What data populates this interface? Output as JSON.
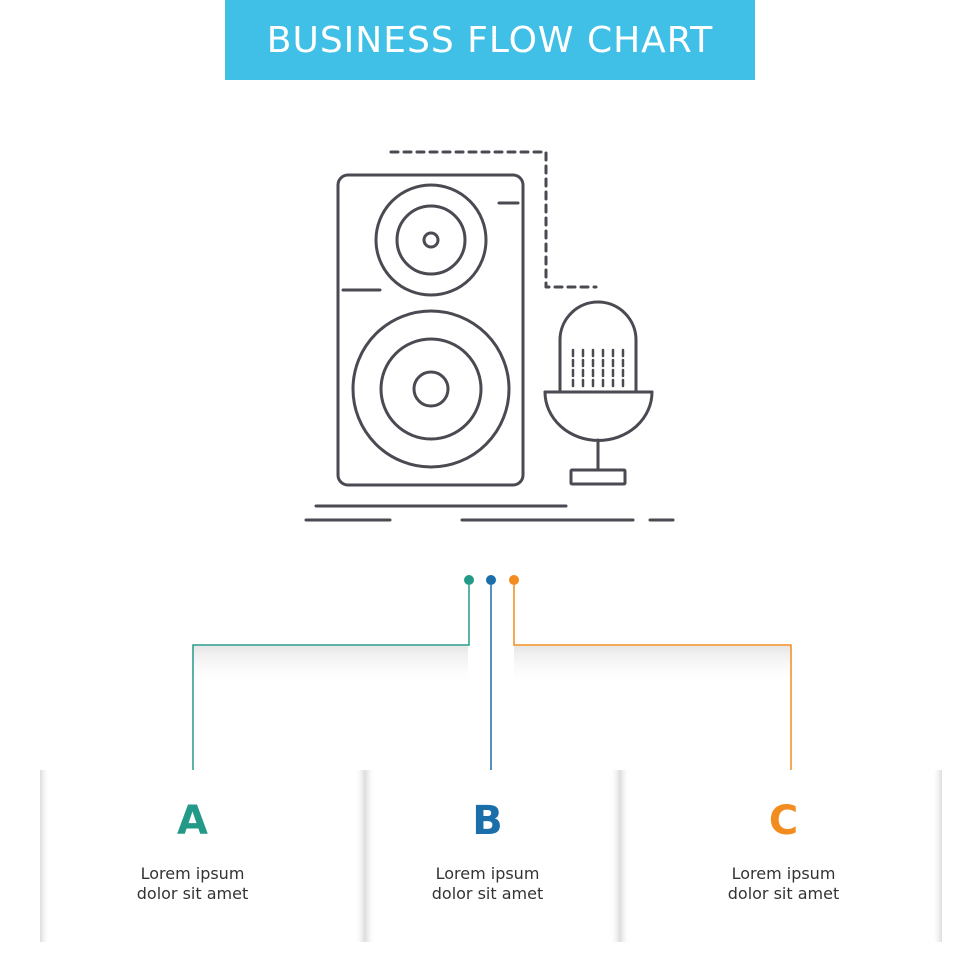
{
  "header": {
    "title": "BUSINESS FLOW CHART"
  },
  "illustration": {
    "icon": "speaker-and-microphone-icon",
    "stroke_color": "#4a4a52"
  },
  "colors": {
    "banner": "#40c0e6",
    "a": "#239a88",
    "b": "#1a6fab",
    "c": "#f28c1e"
  },
  "steps": [
    {
      "letter": "A",
      "line1": "Lorem ipsum",
      "line2": "dolor sit amet"
    },
    {
      "letter": "B",
      "line1": "Lorem ipsum",
      "line2": "dolor sit amet"
    },
    {
      "letter": "C",
      "line1": "Lorem ipsum",
      "line2": "dolor sit amet"
    }
  ]
}
